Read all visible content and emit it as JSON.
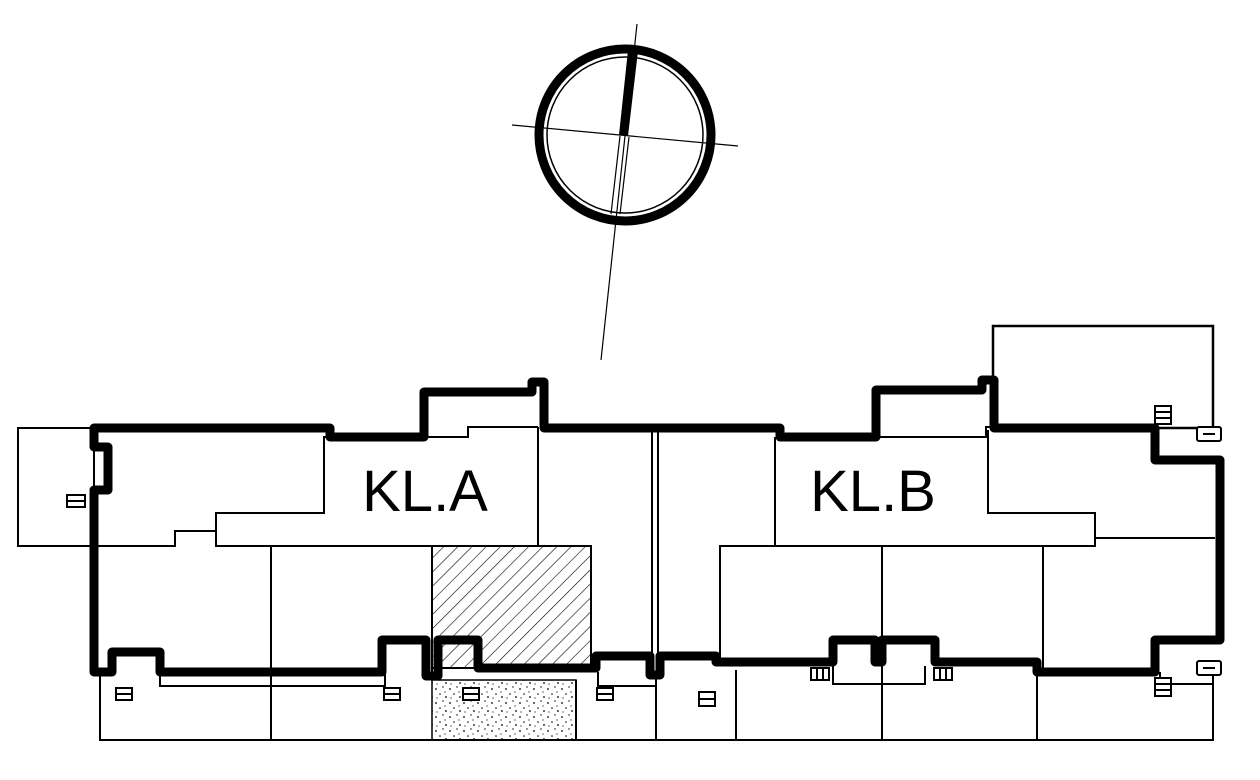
{
  "plan": {
    "blocks": [
      {
        "id": "block-a",
        "label": "KL.A"
      },
      {
        "id": "block-b",
        "label": "KL.B"
      }
    ],
    "north_arrow": {
      "icon": "north-arrow-icon"
    },
    "hatches": [
      {
        "name": "diagonal-hatch-area",
        "pattern": "diagonal-lines"
      },
      {
        "name": "stipple-hatch-area",
        "pattern": "stipple"
      }
    ],
    "colors": {
      "line": "#000000",
      "background": "#ffffff"
    }
  }
}
